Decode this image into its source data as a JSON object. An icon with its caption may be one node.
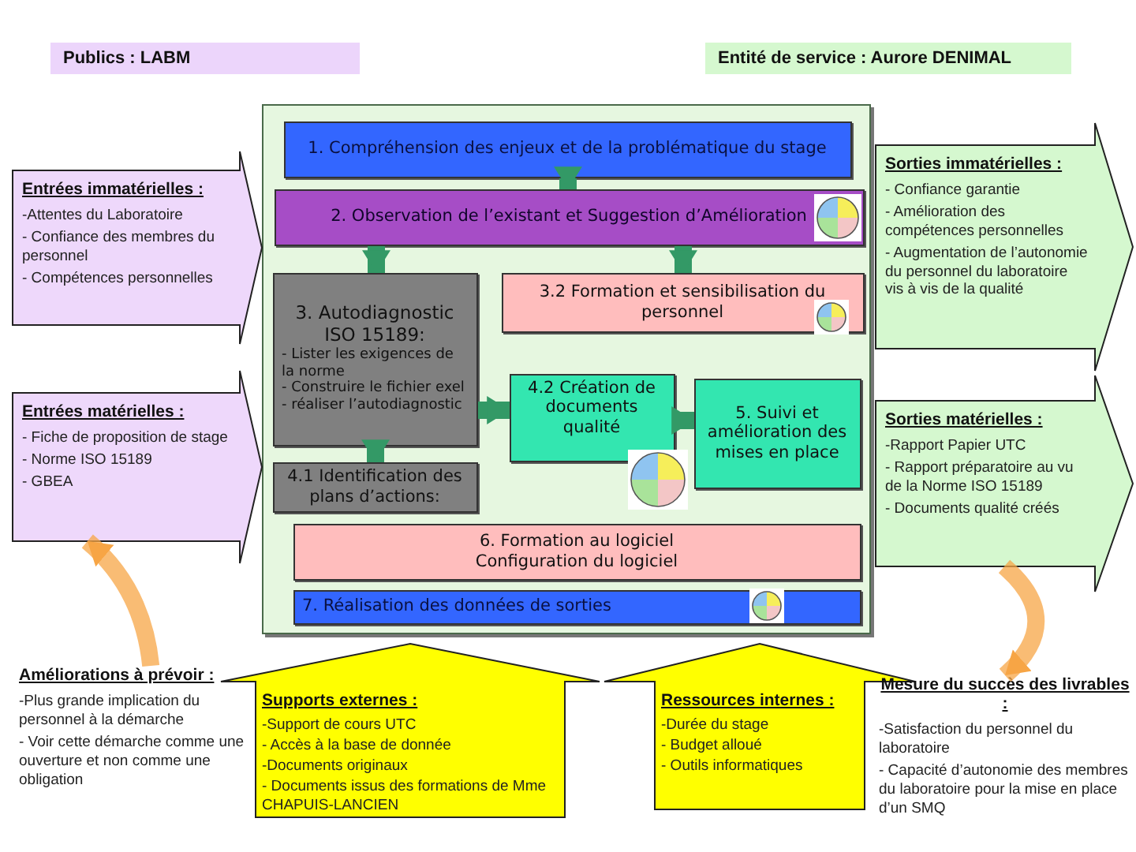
{
  "diagram": {
    "nodes": [
      {
        "text": [
          "Publics : LABM"
        ]
      },
      {
        "text": [
          "Entité de service : Aurore DENIMAL"
        ]
      },
      {
        "text": [],
        "shape": "box"
      },
      {
        "text": [
          "1. Compréhension des enjeux et de la problématique du stage"
        ],
        "in": 2
      },
      {
        "text": [
          "2. Observation de l’existant et Suggestion d’Amélioration"
        ],
        "in": 2
      },
      {
        "text": [
          "3. Autodiagnostic ISO 15189:",
          "- Lister les exigences de la norme",
          "- Construire le fichier exel",
          "- réaliser l’autodiagnostic"
        ],
        "in": 2
      },
      {
        "text": [
          "3.2 Formation et sensibilisation du personnel"
        ],
        "in": 2
      },
      {
        "text": [
          "4.2 Création de documents qualité"
        ],
        "in": 2
      },
      {
        "text": [
          "5. Suivi et amélioration des mises en place"
        ],
        "in": 2
      },
      {
        "text": [
          "4.1 Identification des plans d’actions:"
        ],
        "in": 2
      },
      {
        "text": [
          "6. Formation au logiciel",
          "Configuration du logiciel"
        ],
        "in": 2
      },
      {
        "text": [
          "7. Réalisation des données de sorties"
        ],
        "in": 2
      },
      {
        "text": [
          "Entrées immatérielles :",
          "-Attentes du Laboratoire",
          "- Confiance des membres du personnel",
          "- Compétences personnelles"
        ]
      },
      {
        "text": [
          "Entrées matérielles :",
          "- Fiche de proposition de stage",
          "- Norme ISO 15189",
          "- GBEA"
        ]
      },
      {
        "text": [
          "Sorties immatérielles :",
          "- Confiance garantie",
          "- Amélioration des compétences personnelles",
          "- Augmentation de l’autonomie du personnel du laboratoire vis à vis de la qualité"
        ]
      },
      {
        "text": [
          "Sorties matérielles :",
          "-Rapport Papier UTC",
          "- Rapport préparatoire au vu de la Norme ISO 15189",
          "- Documents qualité créés"
        ]
      },
      {
        "text": [
          "Améliorations à prévoir :",
          "-Plus grande implication du personnel à la démarche",
          "- Voir cette démarche comme une ouverture et non comme une obligation"
        ]
      },
      {
        "text": [
          "Supports externes :",
          "-Support de cours UTC",
          "- Accès à la base de donnée",
          "-Documents originaux",
          "- Documents issus des formations de Mme CHAPUIS-LANCIEN"
        ]
      },
      {
        "text": [
          "Ressources internes :",
          "-Durée du stage",
          "- Budget alloué",
          "- Outils informatiques"
        ]
      },
      {
        "text": [
          "Mesure du succès des livrables :",
          "-Satisfaction du personnel du laboratoire",
          "- Capacité d’autonomie des membres du laboratoire pour la mise en place d’un SMQ"
        ]
      }
    ],
    "edges": [
      {
        "from": 3,
        "to": 4,
        "arrow": "to"
      },
      {
        "from": 4,
        "to": 5,
        "arrow": "to"
      },
      {
        "from": 4,
        "to": 6,
        "arrow": "to"
      },
      {
        "from": 5,
        "to": 9,
        "arrow": "to"
      },
      {
        "from": 5,
        "to": 7,
        "arrow": "to"
      },
      {
        "from": 7,
        "to": 8,
        "arrow": "to"
      },
      {
        "from": 16,
        "to": 13,
        "arrow": "to",
        "color": "#f7a545"
      },
      {
        "from": 15,
        "to": 19,
        "arrow": "to",
        "color": "#f7a545"
      }
    ]
  }
}
